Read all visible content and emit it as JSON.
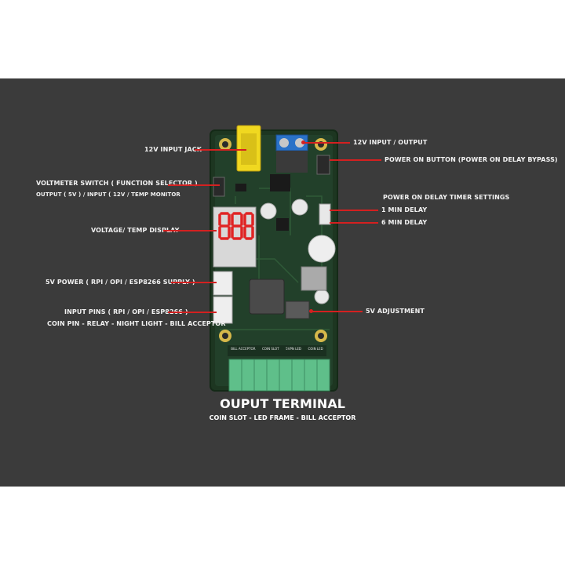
{
  "labels": {
    "input_jack": "12V INPUT JACK",
    "input_output": "12V INPUT / OUTPUT",
    "power_on_button": "POWER ON BUTTON (POWER ON DELAY BYPASS)",
    "voltmeter_switch": "VOLTMETER SWITCH ( FUNCTION SELECTOR )",
    "voltmeter_switch_sub": "OUTPUT ( 5V ) / INPUT ( 12V / TEMP MONITOR",
    "delay_settings": "POWER ON DELAY TIMER SETTINGS",
    "delay_1min": "1 MIN DELAY",
    "delay_6min": "6 MIN DELAY",
    "display": "VOLTAGE/ TEMP DISPLAY",
    "power_5v": "5V POWER ( RPI / OPI / ESP8266 SUPPLY )",
    "input_pins": "INPUT PINS ( RPI / OPI / ESP8266 )",
    "input_pins_sub": "COIN PIN - RELAY - NIGHT LIGHT - BILL ACCEPTOR",
    "adjustment_5v": "5V ADJUSTMENT"
  },
  "title": "OUPUT TERMINAL",
  "subtitle": "COIN SLOT - LED FRAME - BILL ACCEPTOR",
  "board": {
    "silk_labels": [
      "BILL ACCEPTOR",
      "COIN SLOT",
      "5VPN LED",
      "COIN LED"
    ]
  },
  "colors": {
    "background": "#3b3b3b",
    "board": "#1f3a22",
    "leader": "#d42020",
    "terminal": "#5fbf8a",
    "display_digits": "#e02424"
  }
}
